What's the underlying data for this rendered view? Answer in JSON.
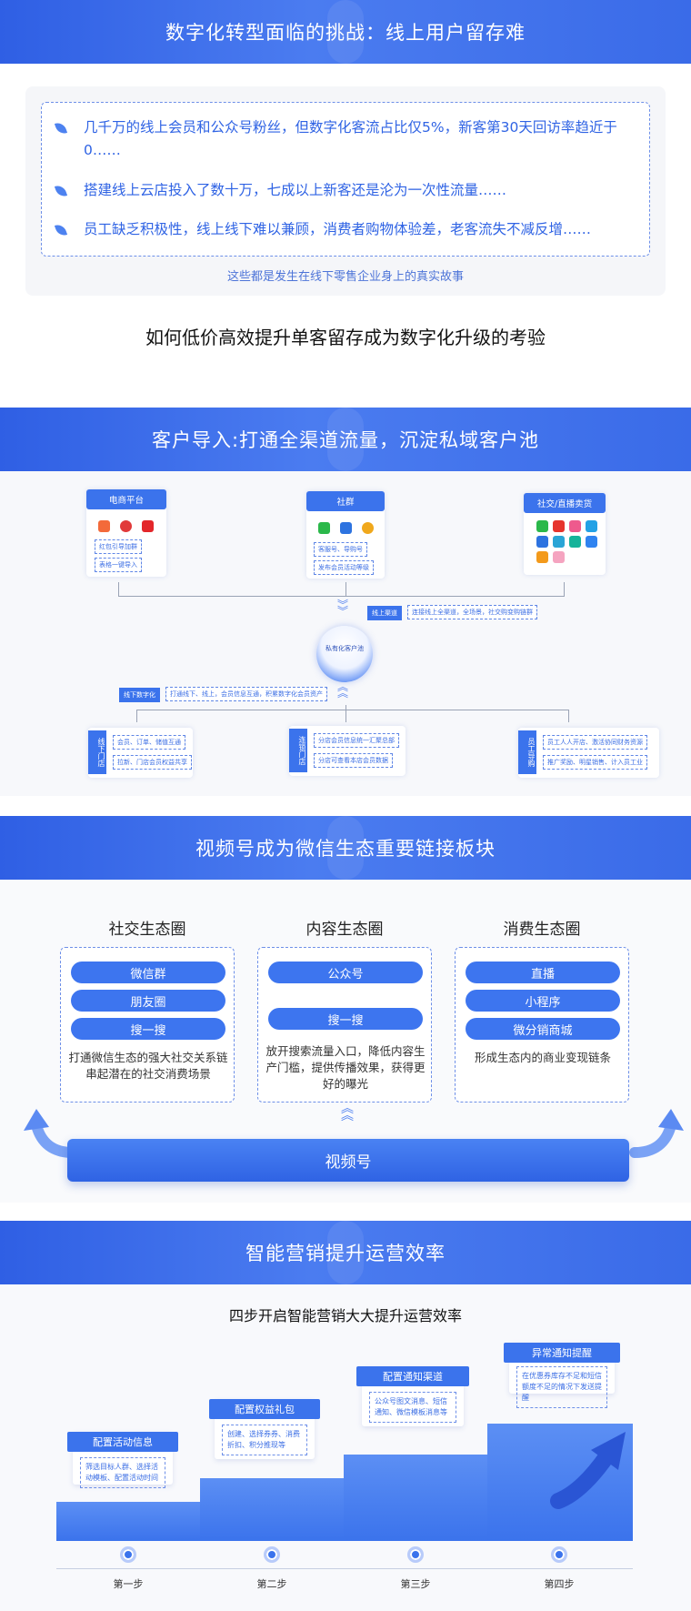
{
  "section1": {
    "title": "数字化转型面临的挑战：线上用户留存难",
    "points": [
      "几千万的线上会员和公众号粉丝，但数字化客流占比仅5%，新客第30天回访率趋近于 0……",
      "搭建线上云店投入了数十万，七成以上新客还是沦为一次性流量……",
      "员工缺乏积极性，线上线下难以兼顾，消费者购物体验差，老客流失不减反增……"
    ],
    "note": "这些都是发生在线下零售企业身上的真实故事",
    "headline": "如何低价高效提升单客留存成为数字化升级的考验"
  },
  "section2": {
    "title": "客户导入:打通全渠道流量，沉淀私域客户池",
    "sources": [
      {
        "label": "电商平台",
        "tags": [
          "红包引导加群",
          "表格一键导入"
        ]
      },
      {
        "label": "社群",
        "tags": [
          "客服号、导购号",
          "发布会员活动等级"
        ]
      },
      {
        "label": "社交/直播卖货",
        "tags": []
      }
    ],
    "mid_tags": [
      "线上渠道",
      "连接线上全渠道，全场景，社交购变购链群"
    ],
    "pool_label": "私有化客户池",
    "lower_tags": [
      "线下数字化",
      "打通线下、线上，会员信息互通，积累数字化会员资产"
    ],
    "outlets": [
      {
        "label": "线下门店",
        "tags": [
          "会员、订单、储值互通",
          "拉新、门店会员权益共享"
        ]
      },
      {
        "label": "连锁门店",
        "tags": [
          "分店会员信息统一汇聚总部",
          "分店可查看本店会员数据"
        ]
      },
      {
        "label": "员工导购",
        "tags": [
          "员工人人开店、激活协同财务资源",
          "推广奖励、明星销售、计入员工业"
        ]
      }
    ]
  },
  "section3": {
    "title": "视频号成为微信生态重要链接板块",
    "columns": [
      {
        "title": "社交生态圈",
        "items": [
          "微信群",
          "朋友圈",
          "搜一搜"
        ],
        "desc": "打通微信生态的强大社交关系链串起潜在的社交消费场景"
      },
      {
        "title": "内容生态圈",
        "items": [
          "公众号",
          "搜一搜"
        ],
        "desc": "放开搜索流量入口，降低内容生产门槛，提供传播效果，获得更好的曝光"
      },
      {
        "title": "消费生态圈",
        "items": [
          "直播",
          "小程序",
          "微分销商城"
        ],
        "desc": "形成生态内的商业变现链条"
      }
    ],
    "base_label": "视频号"
  },
  "section4": {
    "title": "智能营销提升运营效率",
    "subtitle": "四步开启智能营销大大提升运营效率",
    "steps": [
      {
        "head": "配置活动信息",
        "desc": "筛选目标人群、选择活动模板、配置活动时间",
        "label": "第一步"
      },
      {
        "head": "配置权益礼包",
        "desc": "创建、选择券券、消费折扣、积分推现等",
        "label": "第二步"
      },
      {
        "head": "配置通知渠道",
        "desc": "公众号图文消息、短信通知、微信模板消息等",
        "label": "第三步"
      },
      {
        "head": "异常通知提醒",
        "desc": "在优惠券库存不足和短信额度不足的情况下发送提醒",
        "label": "第四步"
      }
    ]
  },
  "colors": {
    "primary": "#3b73ec",
    "banner": "#2f5fe4",
    "text_blue": "#2f63e4",
    "light_bg": "#f7f8fb"
  }
}
